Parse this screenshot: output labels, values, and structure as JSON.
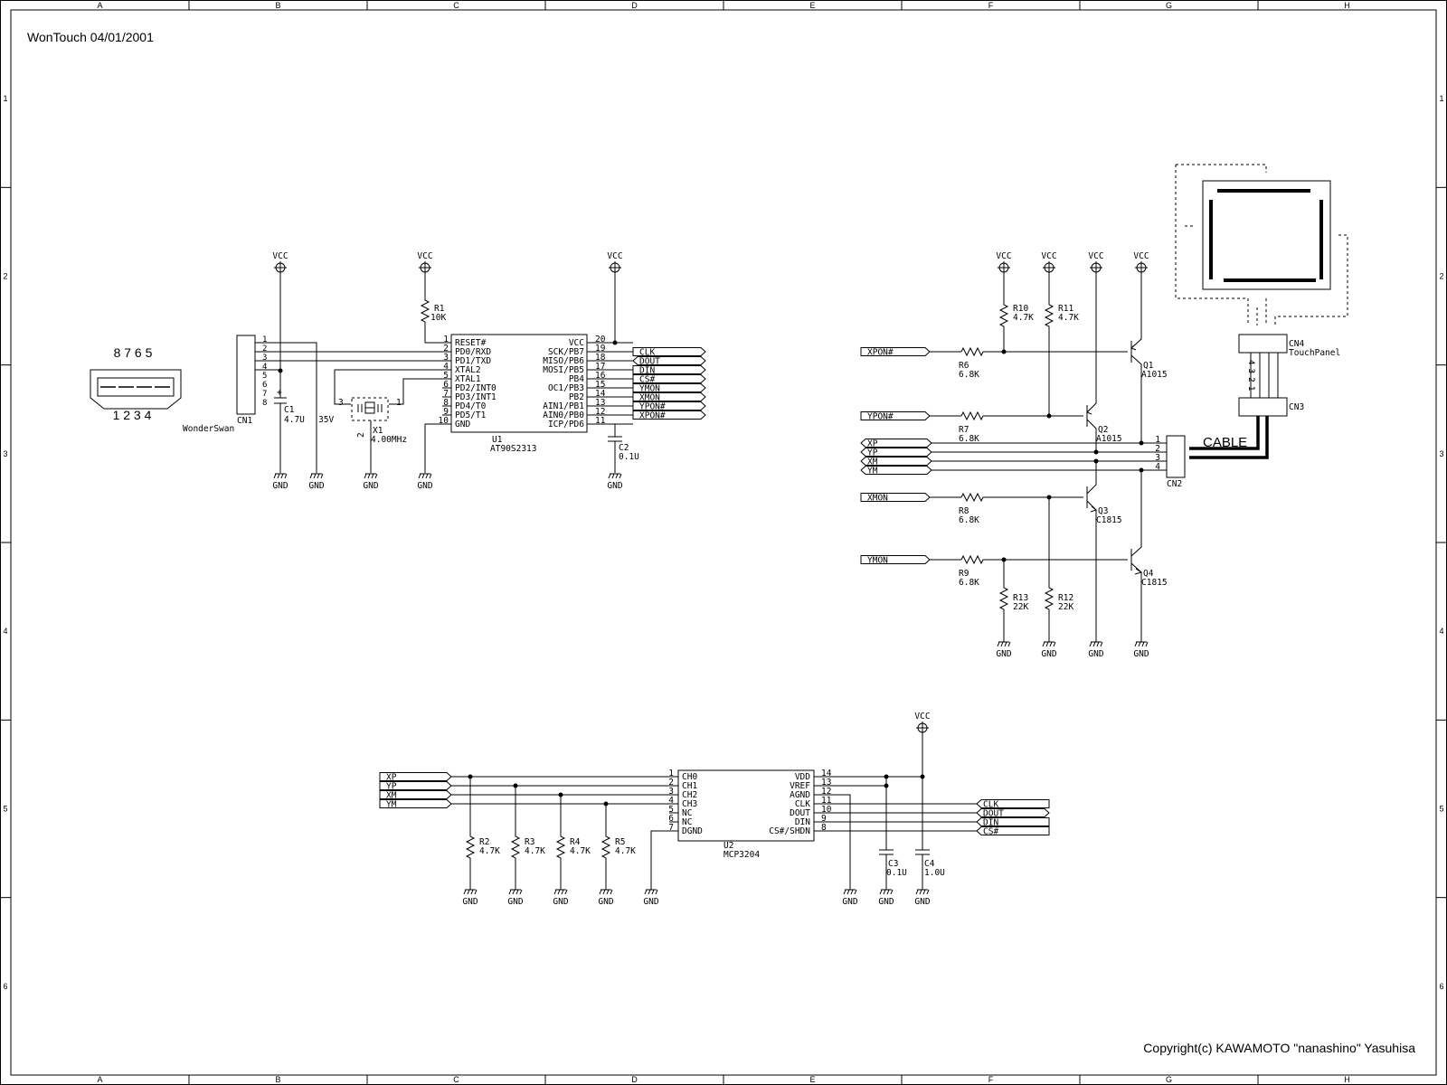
{
  "header": {
    "title": "WonTouch 04/01/2001"
  },
  "footer": {
    "copyright": "Copyright(c) KAWAMOTO \"nanashino\" Yasuhisa"
  },
  "frame": {
    "col_labels": [
      "A",
      "B",
      "C",
      "D",
      "E",
      "F",
      "G",
      "H"
    ],
    "row_labels": [
      "1",
      "2",
      "3",
      "4",
      "5",
      "6"
    ]
  },
  "labels": {
    "vcc": "VCC",
    "gnd": "GND"
  },
  "cn1": {
    "ref": "CN1",
    "name": "WonderSwan",
    "pins": [
      "1",
      "2",
      "3",
      "4",
      "5",
      "6",
      "7",
      "8"
    ],
    "plug_top": "8 7 6 5",
    "plug_bottom": "1 2 3 4"
  },
  "c1": {
    "ref": "C1",
    "value": "4.7U",
    "rating": "35V"
  },
  "x1": {
    "ref": "X1",
    "value": "4.00MHz",
    "pins": [
      "3",
      "1",
      "2"
    ]
  },
  "r1": {
    "ref": "R1",
    "value": "10K"
  },
  "u1": {
    "ref": "U1",
    "part": "AT90S2313",
    "left_pins": [
      {
        "num": "1",
        "name": "RESET#"
      },
      {
        "num": "2",
        "name": "PD0/RXD"
      },
      {
        "num": "3",
        "name": "PD1/TXD"
      },
      {
        "num": "4",
        "name": "XTAL2"
      },
      {
        "num": "5",
        "name": "XTAL1"
      },
      {
        "num": "6",
        "name": "PD2/INT0"
      },
      {
        "num": "7",
        "name": "PD3/INT1"
      },
      {
        "num": "8",
        "name": "PD4/T0"
      },
      {
        "num": "9",
        "name": "PD5/T1"
      },
      {
        "num": "10",
        "name": "GND"
      }
    ],
    "right_pins": [
      {
        "num": "20",
        "name": "VCC"
      },
      {
        "num": "19",
        "name": "SCK/PB7"
      },
      {
        "num": "18",
        "name": "MISO/PB6"
      },
      {
        "num": "17",
        "name": "MOSI/PB5"
      },
      {
        "num": "16",
        "name": "PB4"
      },
      {
        "num": "15",
        "name": "OC1/PB3"
      },
      {
        "num": "14",
        "name": "PB2"
      },
      {
        "num": "13",
        "name": "AIN1/PB1"
      },
      {
        "num": "12",
        "name": "AIN0/PB0"
      },
      {
        "num": "11",
        "name": "ICP/PD6"
      }
    ],
    "net_ports": [
      "CLK",
      "DOUT",
      "DIN",
      "CS#",
      "YMON",
      "XMON",
      "YPON#",
      "XPON#"
    ]
  },
  "c2": {
    "ref": "C2",
    "value": "0.1U"
  },
  "driver": {
    "in_ports": [
      "XPON#",
      "YPON#",
      "XMON",
      "YMON"
    ],
    "resistors": [
      {
        "ref": "R6",
        "value": "6.8K"
      },
      {
        "ref": "R7",
        "value": "6.8K"
      },
      {
        "ref": "R8",
        "value": "6.8K"
      },
      {
        "ref": "R9",
        "value": "6.8K"
      }
    ],
    "pullups": [
      {
        "ref": "R10",
        "value": "4.7K"
      },
      {
        "ref": "R11",
        "value": "4.7K"
      }
    ],
    "pulldowns": [
      {
        "ref": "R13",
        "value": "22K"
      },
      {
        "ref": "R12",
        "value": "22K"
      }
    ],
    "transistors": [
      {
        "ref": "Q1",
        "part": "A1015"
      },
      {
        "ref": "Q2",
        "part": "A1015"
      },
      {
        "ref": "Q3",
        "part": "C1815"
      },
      {
        "ref": "Q4",
        "part": "C1815"
      }
    ],
    "xy_ports": [
      "XP",
      "YP",
      "XM",
      "YM"
    ]
  },
  "cn2": {
    "ref": "CN2",
    "pins": [
      "1",
      "2",
      "3",
      "4"
    ],
    "cable": "CABLE"
  },
  "cn3": {
    "ref": "CN3"
  },
  "cn4": {
    "ref": "CN4",
    "name": "TouchPanel",
    "pin_text": "4321"
  },
  "u2": {
    "ref": "U2",
    "part": "MCP3204",
    "left_pins": [
      {
        "num": "1",
        "name": "CH0"
      },
      {
        "num": "2",
        "name": "CH1"
      },
      {
        "num": "3",
        "name": "CH2"
      },
      {
        "num": "4",
        "name": "CH3"
      },
      {
        "num": "5",
        "name": "NC"
      },
      {
        "num": "6",
        "name": "NC"
      },
      {
        "num": "7",
        "name": "DGND"
      }
    ],
    "right_pins": [
      {
        "num": "14",
        "name": "VDD"
      },
      {
        "num": "13",
        "name": "VREF"
      },
      {
        "num": "12",
        "name": "AGND"
      },
      {
        "num": "11",
        "name": "CLK"
      },
      {
        "num": "10",
        "name": "DOUT"
      },
      {
        "num": "9",
        "name": "DIN"
      },
      {
        "num": "8",
        "name": "CS#/SHDN"
      }
    ],
    "in_ports": [
      "XP",
      "YP",
      "XM",
      "YM"
    ],
    "out_ports": [
      "CLK",
      "DOUT",
      "DIN",
      "CS#"
    ]
  },
  "adc_resistors": [
    {
      "ref": "R2",
      "value": "4.7K"
    },
    {
      "ref": "R3",
      "value": "4.7K"
    },
    {
      "ref": "R4",
      "value": "4.7K"
    },
    {
      "ref": "R5",
      "value": "4.7K"
    }
  ],
  "c3": {
    "ref": "C3",
    "value": "0.1U"
  },
  "c4": {
    "ref": "C4",
    "value": "1.0U"
  }
}
